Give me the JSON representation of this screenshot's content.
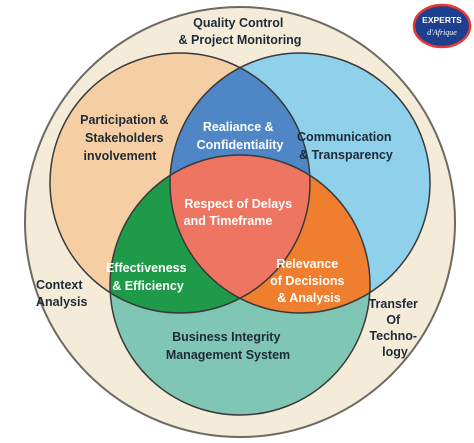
{
  "outer": {
    "top_lines": [
      "Quality Control",
      "& Project Monitoring"
    ],
    "left_lines": [
      "Context",
      "Analysis"
    ],
    "right_lines": [
      "Transfer",
      "Of",
      "Techno-",
      "logy"
    ]
  },
  "circles": {
    "participation_lines": [
      "Participation &",
      "Stakeholders",
      "involvement"
    ],
    "communication_lines": [
      "Communication",
      "& Transparency"
    ],
    "business_lines": [
      "Business Integrity",
      "Management System"
    ]
  },
  "overlaps": {
    "realiance_lines": [
      "Realiance &",
      "Confidentiality"
    ],
    "effectiveness_lines": [
      "Effectiveness",
      "& Efficiency"
    ],
    "relevance_lines": [
      "Relevance",
      "of Decisions",
      "& Analysis"
    ],
    "center_lines": [
      "Respect of Delays",
      "and Timeframe"
    ]
  },
  "logo": {
    "top": "EXPERTS",
    "bottom": "d'Afrique"
  },
  "colors": {
    "outer_fill": "#f4ecd9",
    "participation": "#f5cfa3",
    "communication": "#8fd1ea",
    "business": "#7fc6b5",
    "realiance": "#4f86c6",
    "effectiveness": "#1f9a48",
    "relevance": "#ef7e2e",
    "center": "#ee7561"
  }
}
